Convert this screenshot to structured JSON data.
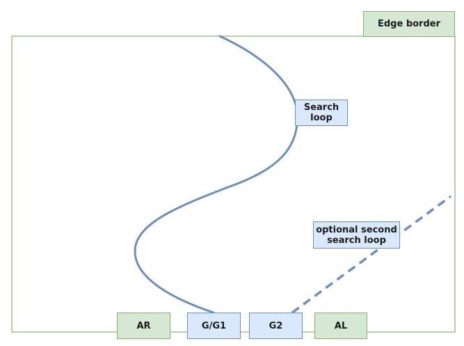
{
  "labels": {
    "edge_border": "Edge border",
    "search_loop": "Search\nloop",
    "optional_second_loop": "optional second\nsearch loop"
  },
  "markers": {
    "ar": "AR",
    "g_g1": "G/G1",
    "g2": "G2",
    "al": "AL"
  },
  "colors": {
    "green_fill": "#d5e8d4",
    "green_stroke": "#82b366",
    "blue_fill": "#dae8fc",
    "blue_stroke": "#6c8ebf",
    "path_stroke": "#6c8ebf"
  }
}
